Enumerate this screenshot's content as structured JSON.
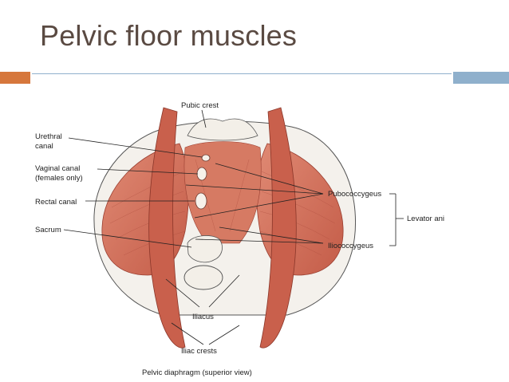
{
  "slide": {
    "title": "Pelvic floor muscles"
  },
  "figure": {
    "labels": {
      "pubic_crest": "Pubic crest",
      "urethral_canal_1": "Urethral",
      "urethral_canal_2": "canal",
      "vaginal_canal_1": "Vaginal canal",
      "vaginal_canal_2": "(females only)",
      "rectal_canal": "Rectal canal",
      "sacrum": "Sacrum",
      "pubococcygeus": "Pubococcygeus",
      "iliococcygeus": "Iliococcygeus",
      "levator_ani": "Levator ani",
      "iliacus": "Iliacus",
      "iliac_crests": "Iliac crests"
    },
    "caption": "Pelvic diaphragm (superior view)",
    "colors": {
      "muscle": "#d9735f",
      "muscle_dark": "#b8503f",
      "bone": "#f3efe8",
      "accent_orange": "#d6773c",
      "accent_blue": "#8fb0cc"
    }
  }
}
